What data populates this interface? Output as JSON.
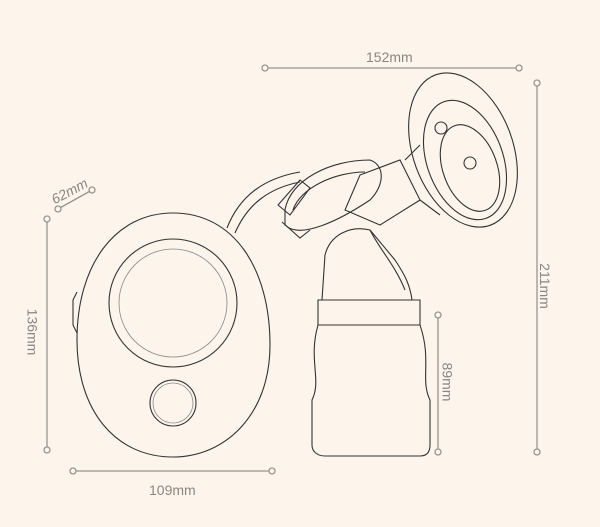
{
  "dimensions": {
    "depth": "62mm",
    "unit_height": "136mm",
    "unit_width": "109mm",
    "pump_width": "152mm",
    "pump_height": "211mm",
    "bottle_height": "89mm"
  },
  "colors": {
    "background": "#fdf4ec",
    "line": "#333333",
    "dimension": "#9a948f"
  }
}
